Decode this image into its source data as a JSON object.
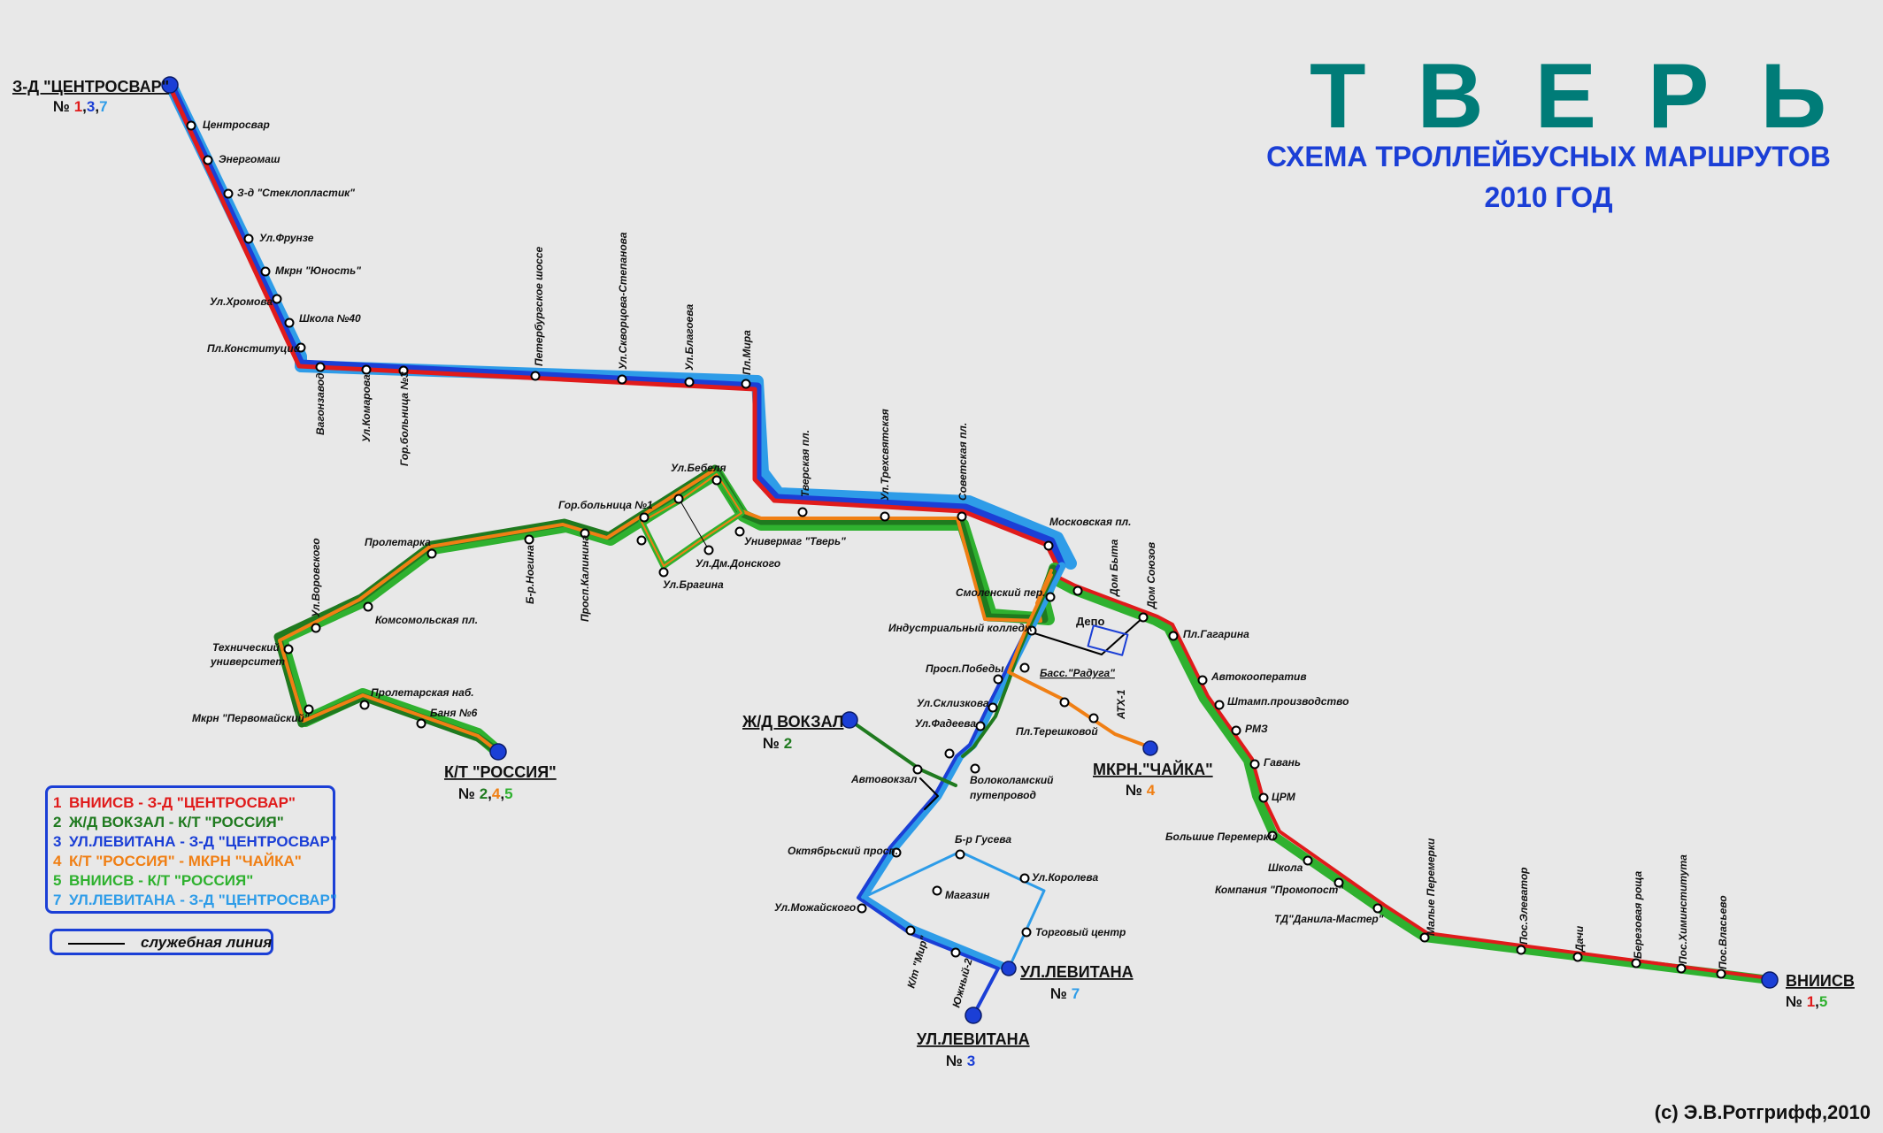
{
  "header": {
    "city": "ТВЕРЬ",
    "subtitle_line1": "СХЕМА ТРОЛЛЕЙБУСНЫХ МАРШРУТОВ",
    "subtitle_line2": "2010 ГОД"
  },
  "colors": {
    "route1": "#e01b1b",
    "route2": "#1f7a1f",
    "route3": "#1b3fd6",
    "route4": "#f07f14",
    "route5": "#2fb12f",
    "route7": "#2e9ce8",
    "title": "#007c78",
    "background": "#e8e8e8"
  },
  "legend": {
    "items": [
      {
        "num": "1",
        "text": "ВНИИСВ - З-Д \"ЦЕНТРОСВАР\"",
        "color": "#e01b1b"
      },
      {
        "num": "2",
        "text": "Ж/Д ВОКЗАЛ - К/Т \"РОССИЯ\"",
        "color": "#1f7a1f"
      },
      {
        "num": "3",
        "text": "УЛ.ЛЕВИТАНА - З-Д \"ЦЕНТРОСВАР\"",
        "color": "#1b3fd6"
      },
      {
        "num": "4",
        "text": "К/Т \"РОССИЯ\" - МКРН \"ЧАЙКА\"",
        "color": "#f07f14"
      },
      {
        "num": "5",
        "text": "ВНИИСВ - К/Т \"РОССИЯ\"",
        "color": "#2fb12f"
      },
      {
        "num": "7",
        "text": "УЛ.ЛЕВИТАНА - З-Д \"ЦЕНТРОСВАР\"",
        "color": "#2e9ce8"
      }
    ],
    "service_line": "служебная линия"
  },
  "terminals": {
    "centrosvar": {
      "name": "З-Д \"ЦЕНТРОСВАР\"",
      "prefix": "№",
      "routes": [
        "1",
        "3",
        "7"
      ]
    },
    "rossiya": {
      "name": "К/Т \"РОССИЯ\"",
      "prefix": "№",
      "routes": [
        "2",
        "4",
        "5"
      ]
    },
    "vokzal": {
      "name": "Ж/Д ВОКЗАЛ",
      "prefix": "№",
      "routes": [
        "2"
      ]
    },
    "chayka": {
      "name": "МКРН.\"ЧАЙКА\"",
      "prefix": "№",
      "routes": [
        "4"
      ]
    },
    "levitana7": {
      "name": "УЛ.ЛЕВИТАНА",
      "prefix": "№",
      "routes": [
        "7"
      ]
    },
    "levitana3": {
      "name": "УЛ.ЛЕВИТАНА",
      "prefix": "№",
      "routes": [
        "3"
      ]
    },
    "vniisv": {
      "name": "ВНИИСВ",
      "prefix": "№",
      "routes": [
        "1",
        "5"
      ]
    }
  },
  "stops": {
    "centrosvar": "Центросвар",
    "energomash": "Энергомаш",
    "steklo": "З-д \"Стеклопластик\"",
    "frunze": "Ул.Фрунзе",
    "yunost": "Мкрн \"Юность\"",
    "khromova": "Ул.Хромова",
    "shkola40": "Школа №40",
    "konstitutsii": "Пл.Конституции",
    "vagonzavod": "Вагонзавод",
    "komarova": "Ул.Комарова",
    "gorbol3": "Гор.больница №3",
    "peterburg": "Петербургское шоссе",
    "skvortsova": "Ул.Скворцова-Степанова",
    "blagoeva": "Ул.Благоева",
    "mira": "Пл.Мира",
    "tverskaya": "Тверская пл.",
    "trekhsvyat": "Ул.Трехсвятская",
    "sovetskaya": "Советская пл.",
    "moskovskaya": "Московская пл.",
    "bebelya": "Ул.Бебеля",
    "gorbol1": "Гор.больница №1",
    "univermag": "Универмаг \"Тверь\"",
    "donskogo": "Ул.Дм.Донского",
    "bragina": "Ул.Брагина",
    "proletarka": "Пролетарка",
    "nogina": "Б-р.Ногина",
    "kalinina": "Просп.Калинина",
    "vorovskogo": "Ул.Воровского",
    "komsomolskaya": "Комсомольская пл.",
    "tech_univ1": "Технический",
    "tech_univ2": "университет",
    "proletarskaya": "Пролетарская наб.",
    "banya6": "Баня №6",
    "pervomaysky": "Мкрн \"Первомайский\"",
    "smolensky": "Смоленский пер.",
    "dombyta": "Дом Быта",
    "domsoyuzov": "Дом Союзов",
    "depo": "Депо",
    "industrial": "Индустриальный колледж",
    "pobedy": "Просп.Победы",
    "raduga": "Басс.\"Радуга\"",
    "atx1": "АТХ-1",
    "tereshkovoy": "Пл.Терешковой",
    "sklizkova": "Ул.Склизкова",
    "fadeeva": "Ул.Фадеева",
    "avtovokzal": "Автовокзал",
    "volokolamsky1": "Волоколамский",
    "volokolamsky2": "путепровод",
    "oktyabrsky": "Октябрьский просп.",
    "gusева": "Б-р Гусева",
    "koroleva": "Ул.Королева",
    "magazin": "Магазин",
    "mozhayskogo": "Ул.Можайского",
    "torgovy": "Торговый центр",
    "kt_mir": "К/т \"Мир\"",
    "yuzhny2": "Южный-2",
    "gagarina": "Пл.Гагарина",
    "avtokooperativ": "Автокооператив",
    "shtamp": "Штамп.производство",
    "rmz": "РМЗ",
    "gavan": "Гавань",
    "tsrm": "ЦРМ",
    "bolshie": "Большие Перемерки",
    "shkola": "Школа",
    "promopost": "Компания \"Промопост\"",
    "danila": "ТД\"Данила-Мастер\"",
    "malye": "Малые Перемерки",
    "elevator": "Пос.Элеватор",
    "dachi": "Дачи",
    "berezovaya": "Березовая роща",
    "khiminstituta": "Пос.Химинститута",
    "vlasyevo": "Пос.Власьево"
  },
  "copyright": "(с) Э.В.Ротгрифф,2010"
}
